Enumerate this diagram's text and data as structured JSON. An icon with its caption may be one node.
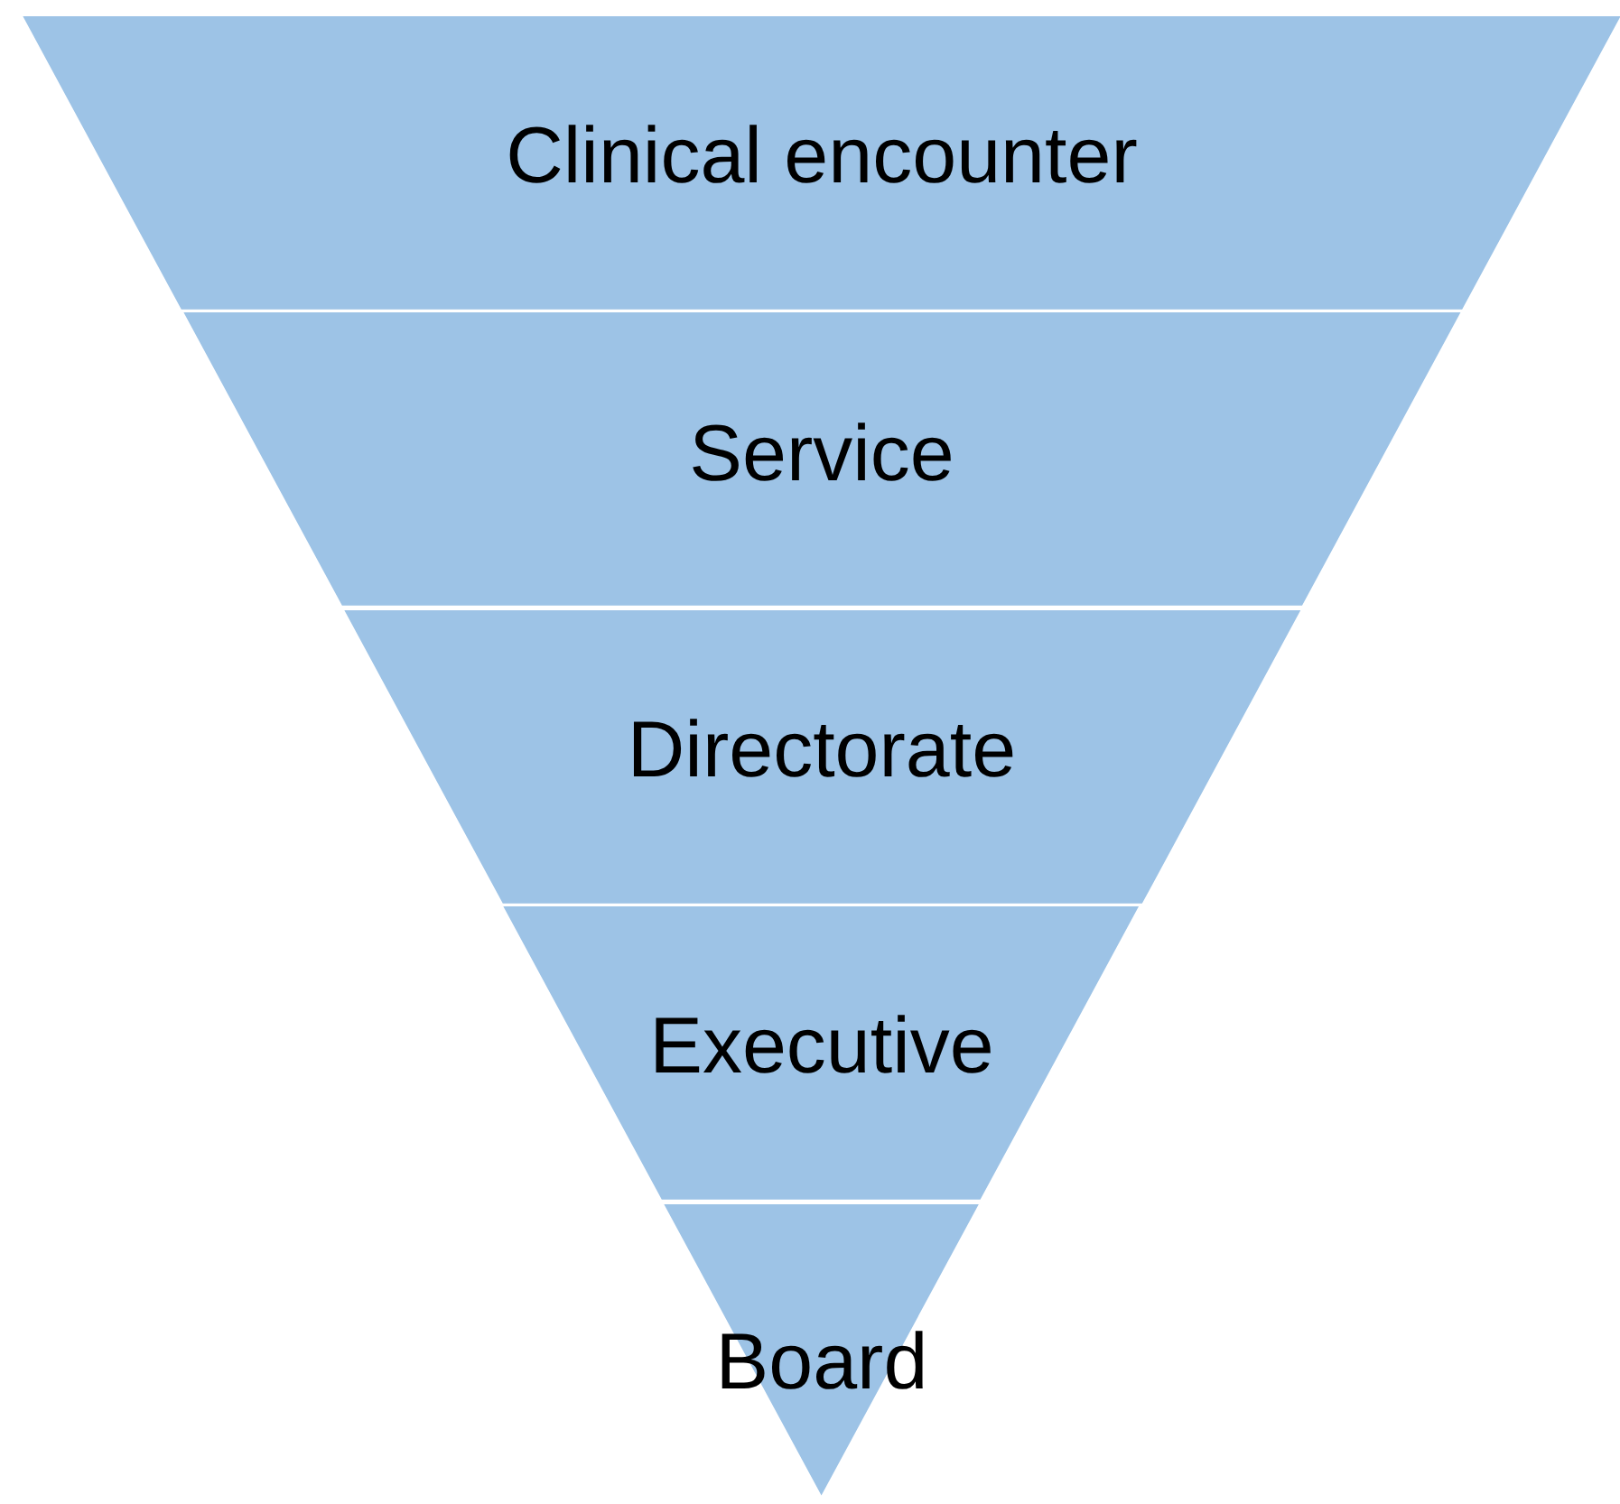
{
  "diagram": {
    "nodes": [
      {
        "text": [
          "Clinical encounter"
        ]
      },
      {
        "text": [
          "Service"
        ]
      },
      {
        "text": [
          "Directorate"
        ]
      },
      {
        "text": [
          "Executive"
        ]
      },
      {
        "text": [
          "Board"
        ]
      }
    ]
  }
}
